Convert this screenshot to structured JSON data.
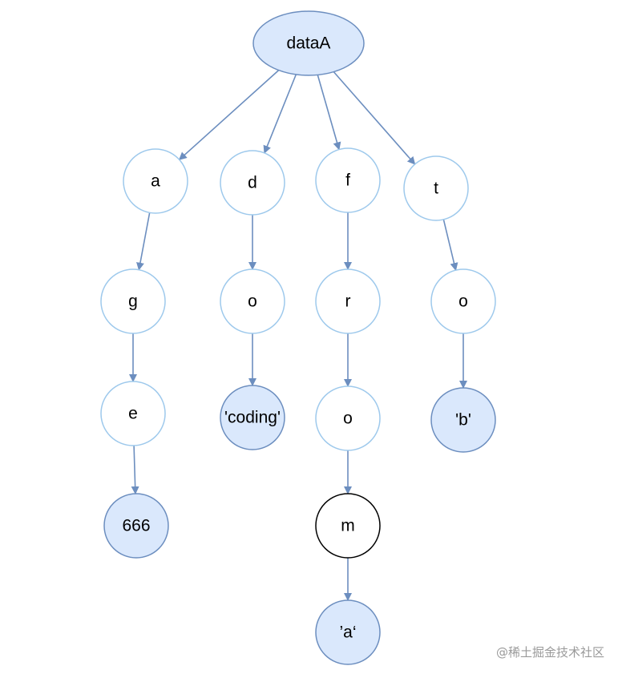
{
  "diagram": {
    "type": "tree",
    "colors": {
      "edge": "#6c8ebf",
      "leaf_fill": "#dae8fc",
      "leaf_stroke": "#6c8ebf",
      "inner_fill": "#ffffff",
      "inner_stroke": "#9ec9ec",
      "highlight_stroke": "#000000"
    },
    "nodes": [
      {
        "id": "root",
        "label": "dataA",
        "kind": "root"
      },
      {
        "id": "a",
        "label": "a",
        "kind": "inner"
      },
      {
        "id": "d",
        "label": "d",
        "kind": "inner"
      },
      {
        "id": "f",
        "label": "f",
        "kind": "inner"
      },
      {
        "id": "t",
        "label": "t",
        "kind": "inner"
      },
      {
        "id": "g",
        "label": "g",
        "kind": "inner"
      },
      {
        "id": "o1",
        "label": "o",
        "kind": "inner"
      },
      {
        "id": "r",
        "label": "r",
        "kind": "inner"
      },
      {
        "id": "o3",
        "label": "o",
        "kind": "inner"
      },
      {
        "id": "e",
        "label": "e",
        "kind": "inner"
      },
      {
        "id": "coding",
        "label": "'coding'",
        "kind": "leaf"
      },
      {
        "id": "o2",
        "label": "o",
        "kind": "inner"
      },
      {
        "id": "b",
        "label": "'b'",
        "kind": "leaf"
      },
      {
        "id": "v666",
        "label": "666",
        "kind": "leaf"
      },
      {
        "id": "m",
        "label": "m",
        "kind": "highlight"
      },
      {
        "id": "av",
        "label": "’a‘",
        "kind": "leaf"
      }
    ],
    "edges": [
      {
        "from": "root",
        "to": "a"
      },
      {
        "from": "root",
        "to": "d"
      },
      {
        "from": "root",
        "to": "f"
      },
      {
        "from": "root",
        "to": "t"
      },
      {
        "from": "a",
        "to": "g"
      },
      {
        "from": "g",
        "to": "e"
      },
      {
        "from": "e",
        "to": "v666"
      },
      {
        "from": "d",
        "to": "o1"
      },
      {
        "from": "o1",
        "to": "coding"
      },
      {
        "from": "f",
        "to": "r"
      },
      {
        "from": "r",
        "to": "o2"
      },
      {
        "from": "o2",
        "to": "m"
      },
      {
        "from": "m",
        "to": "av"
      },
      {
        "from": "t",
        "to": "o3"
      },
      {
        "from": "o3",
        "to": "b"
      }
    ]
  },
  "watermark": "@稀土掘金技术社区"
}
